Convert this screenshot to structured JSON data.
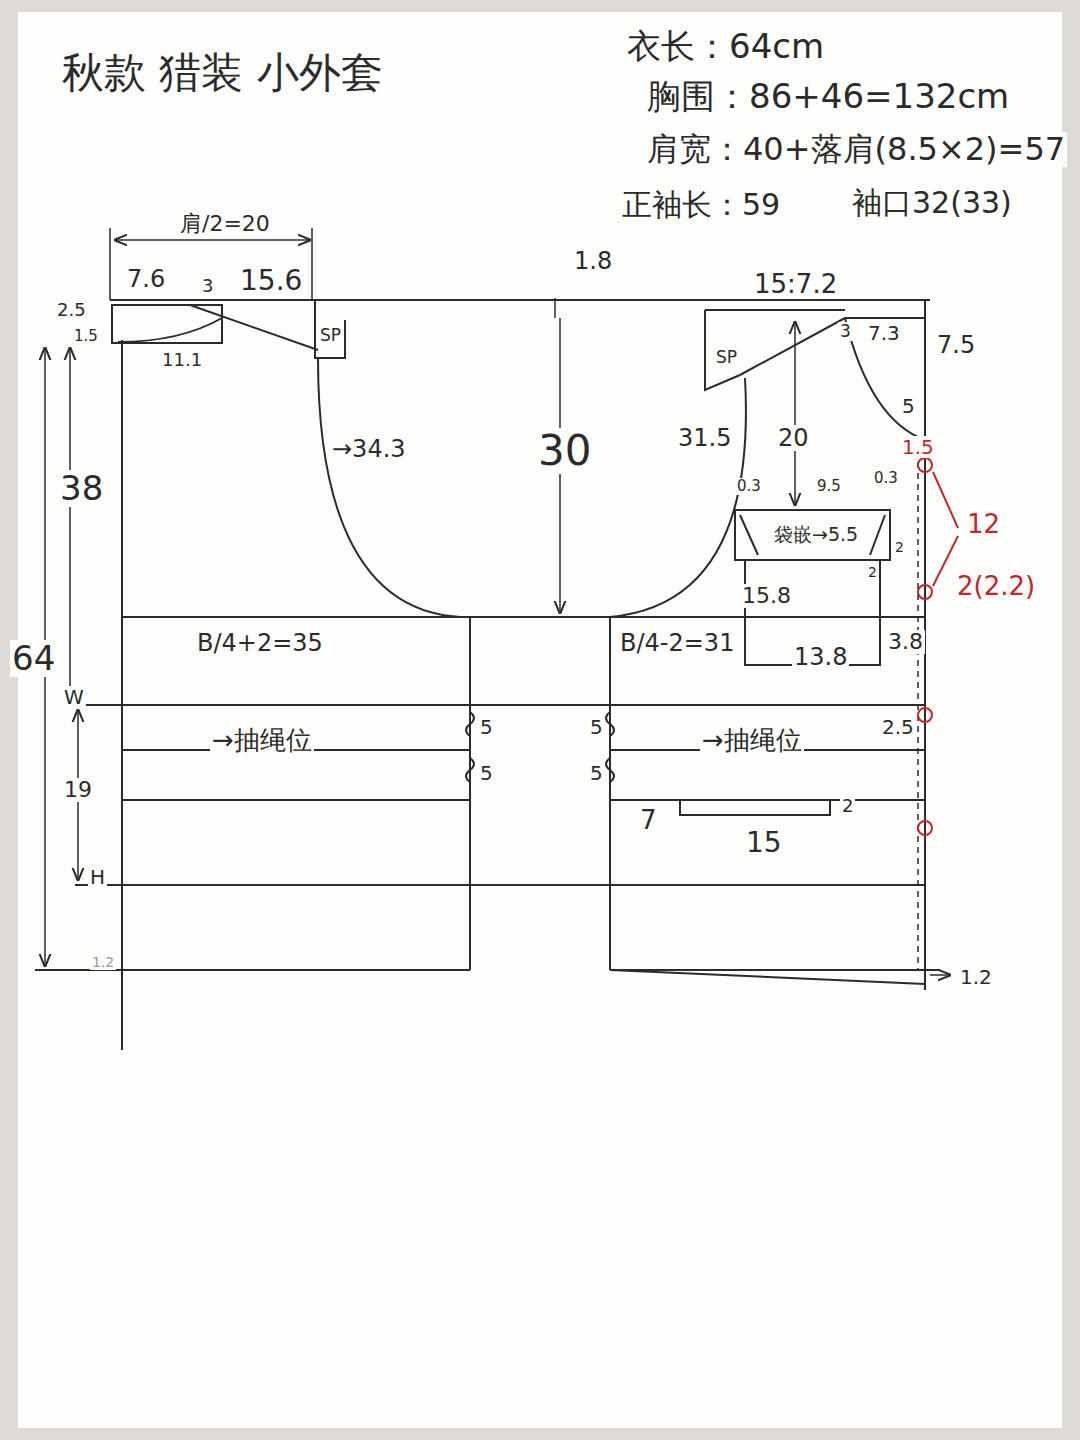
{
  "diagram": {
    "title": "秋款 猎装 小外套",
    "labels": [
      "衣长：64cm",
      "胸围：86+46=132cm",
      "肩宽：40+落肩(8.5×2)=57",
      "正袖长：59",
      "袖口32(33)",
      "肩/2=20",
      "7.6",
      "15.6",
      "3",
      "2.5",
      "1.5",
      "SP",
      "11.1",
      "38",
      "64",
      "W",
      "19",
      "H",
      "→34.3",
      "1.8",
      "30",
      "B/4+2=35",
      "→抽绳位",
      "5",
      "5",
      "5",
      "5",
      "15:7.2",
      "SP",
      "3",
      "7.3",
      "7.5",
      "5",
      "31.5",
      "20",
      "0.3",
      "9.5",
      "0.3",
      "袋嵌→5.5",
      "2",
      "2",
      "15.8",
      "13.8",
      "3.8",
      "B/4-2=31",
      "→抽绳位",
      "2.5",
      "7",
      "15",
      "2",
      "1.2",
      "1.5",
      "12",
      "2(2.2)",
      "1.2"
    ]
  }
}
